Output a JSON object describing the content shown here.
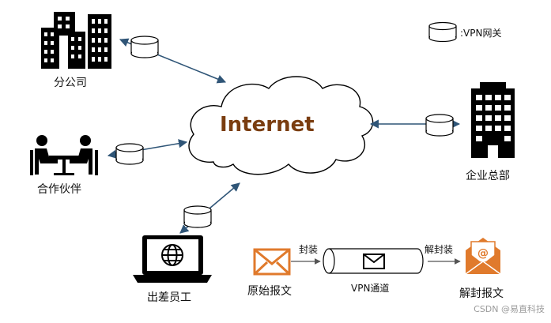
{
  "legend": {
    "text": ":VPN网关"
  },
  "cloud": {
    "label": "Internet"
  },
  "nodes": {
    "branch": "分公司",
    "partner": "合作伙伴",
    "hq": "企业总部",
    "traveler": "出差员工",
    "original": "原始报文",
    "decap": "解封报文"
  },
  "tunnel": {
    "label": "VPN通道",
    "encap_label": "封装",
    "decap_label": "解封装"
  },
  "watermark": "CSDN @易直科技",
  "colors": {
    "arrow": "#2f5577",
    "orange": "#e07a2c",
    "cloud_text": "#7a3d10"
  }
}
